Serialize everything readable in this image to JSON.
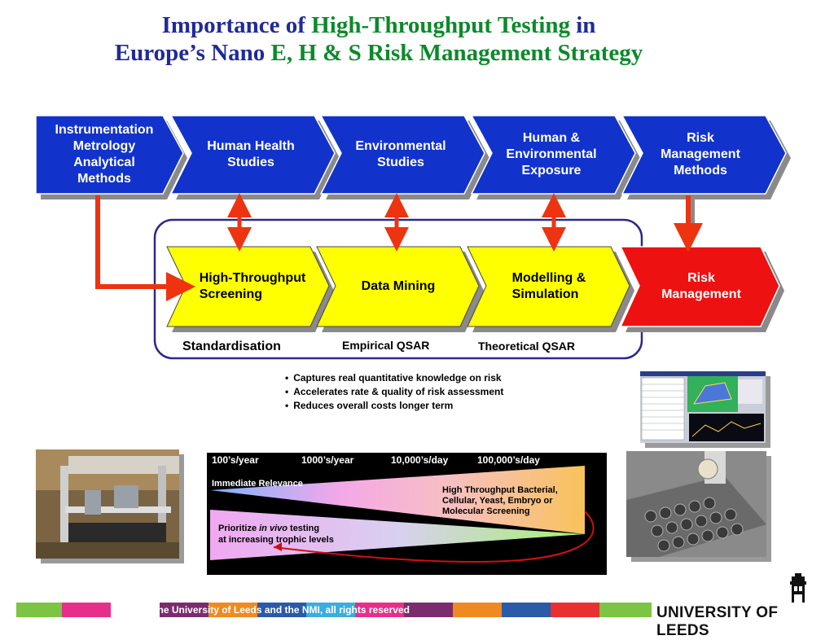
{
  "title": {
    "line1_a": "Importance of ",
    "line1_b": "High-Throughput Testing",
    "line1_c": " in",
    "line2_a": "Europe’s Nano ",
    "line2_b": "E, H & S Risk Management Strategy"
  },
  "top_row": [
    {
      "label": "Instrumentation\nMetrology\nAnalytical\nMethods"
    },
    {
      "label": "Human Health\nStudies"
    },
    {
      "label": "Environmental\nStudies"
    },
    {
      "label": "Human &\nEnvironmental\nExposure"
    },
    {
      "label": "Risk\nManagement\nMethods"
    }
  ],
  "bottom_row": [
    {
      "label": "High-Throughput\nScreening"
    },
    {
      "label": "Data Mining"
    },
    {
      "label": "Modelling &\nSimulation"
    },
    {
      "label": "Risk\nManagement"
    }
  ],
  "group_labels": {
    "standardisation": "Standardisation",
    "empirical": "Empirical QSAR",
    "theoretical": "Theoretical QSAR"
  },
  "bullets": [
    "Captures real quantitative knowledge on risk",
    "Accelerates rate & quality of risk assessment",
    "Reduces  overall costs longer term"
  ],
  "throughput_graphic": {
    "rates": [
      "100’s/year",
      "1000’s/year",
      "10,000’s/day",
      "100,000’s/day"
    ],
    "immediate": "Immediate Relevance",
    "hts_text": "High Throughput Bacterial,\nCellular, Yeast, Embryo or\nMolecular  Screening",
    "prioritize_a": "Prioritize ",
    "prioritize_b": "in vivo",
    "prioritize_c": " testing",
    "prioritize_d": "at increasing trophic levels"
  },
  "footer": {
    "copyright": "© The University of Leeds and the NMI, all rights reserved",
    "university": "UNIVERSITY OF LEEDS"
  },
  "colors": {
    "title_blue": "#1f2a9a",
    "title_green": "#0b8a2a",
    "chevron_blue": "#1133cc",
    "chevron_yellow": "#ffff00",
    "chevron_red": "#ee1111",
    "arrow_red": "#ee3311",
    "group_outline": "#2a2a8a"
  }
}
